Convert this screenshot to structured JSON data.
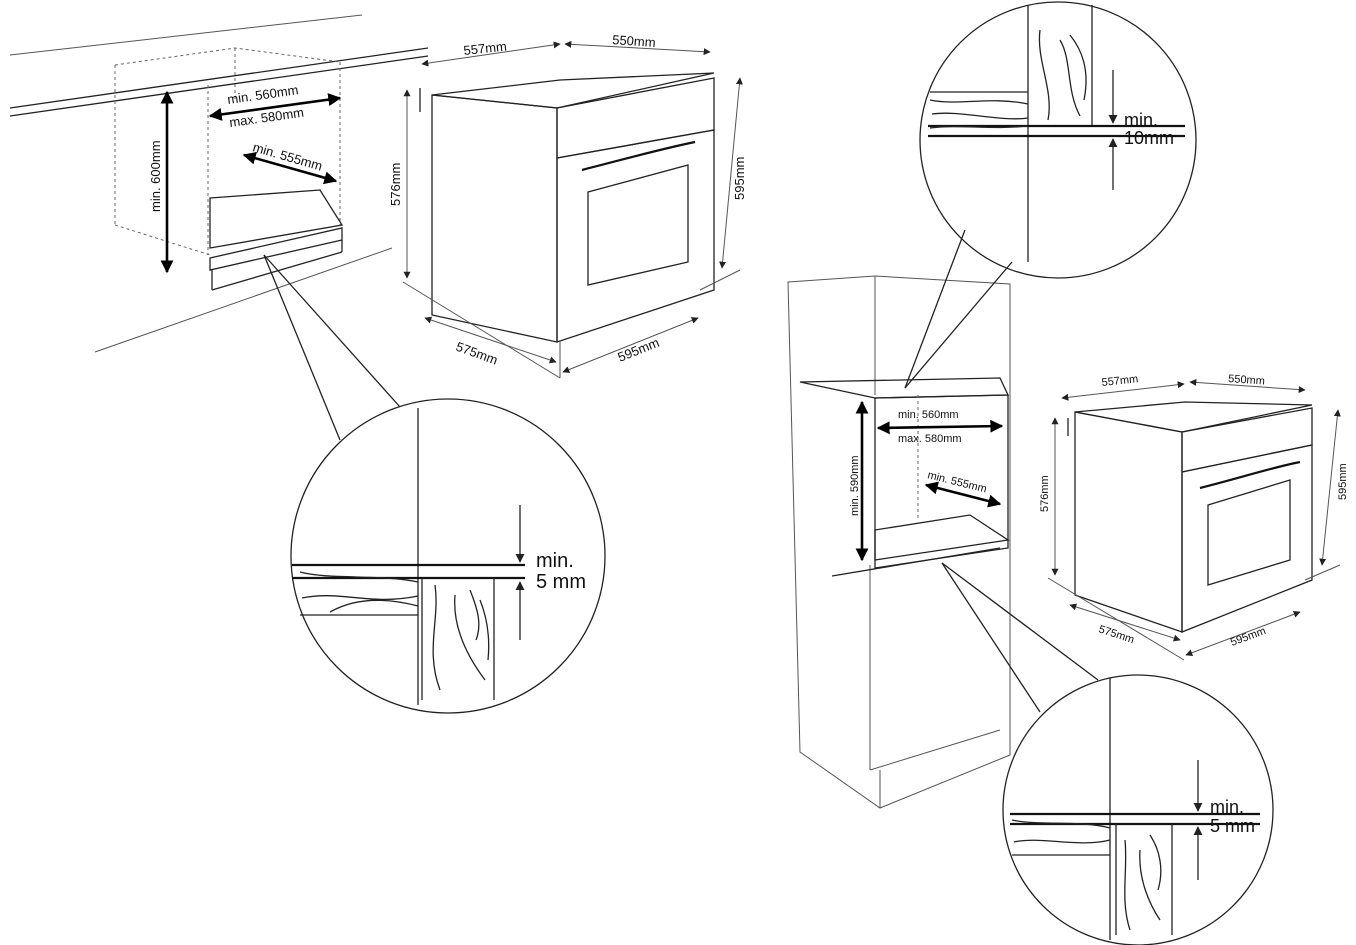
{
  "under_counter": {
    "niche_height": "min. 600mm",
    "niche_width_min": "min. 560mm",
    "niche_width_max": "max. 580mm",
    "niche_depth": "min. 555mm",
    "detail_gap_line1": "min.",
    "detail_gap_line2": "5 mm"
  },
  "oven_top": {
    "depth": "557mm",
    "width_top": "550mm",
    "height": "576mm",
    "height_front": "595mm",
    "depth_bottom": "575mm",
    "width_bottom": "595mm"
  },
  "tall_cabinet": {
    "niche_height": "min. 590mm",
    "niche_width_min": "min. 560mm",
    "niche_width_max": "max. 580mm",
    "niche_depth": "min. 555mm",
    "detail_top_line1": "min.",
    "detail_top_line2": "10mm",
    "detail_bottom_line1": "min.",
    "detail_bottom_line2": "5 mm"
  },
  "oven_right": {
    "depth": "557mm",
    "width_top": "550mm",
    "height": "576mm",
    "height_front": "595mm",
    "depth_bottom": "575mm",
    "width_bottom": "595mm"
  }
}
